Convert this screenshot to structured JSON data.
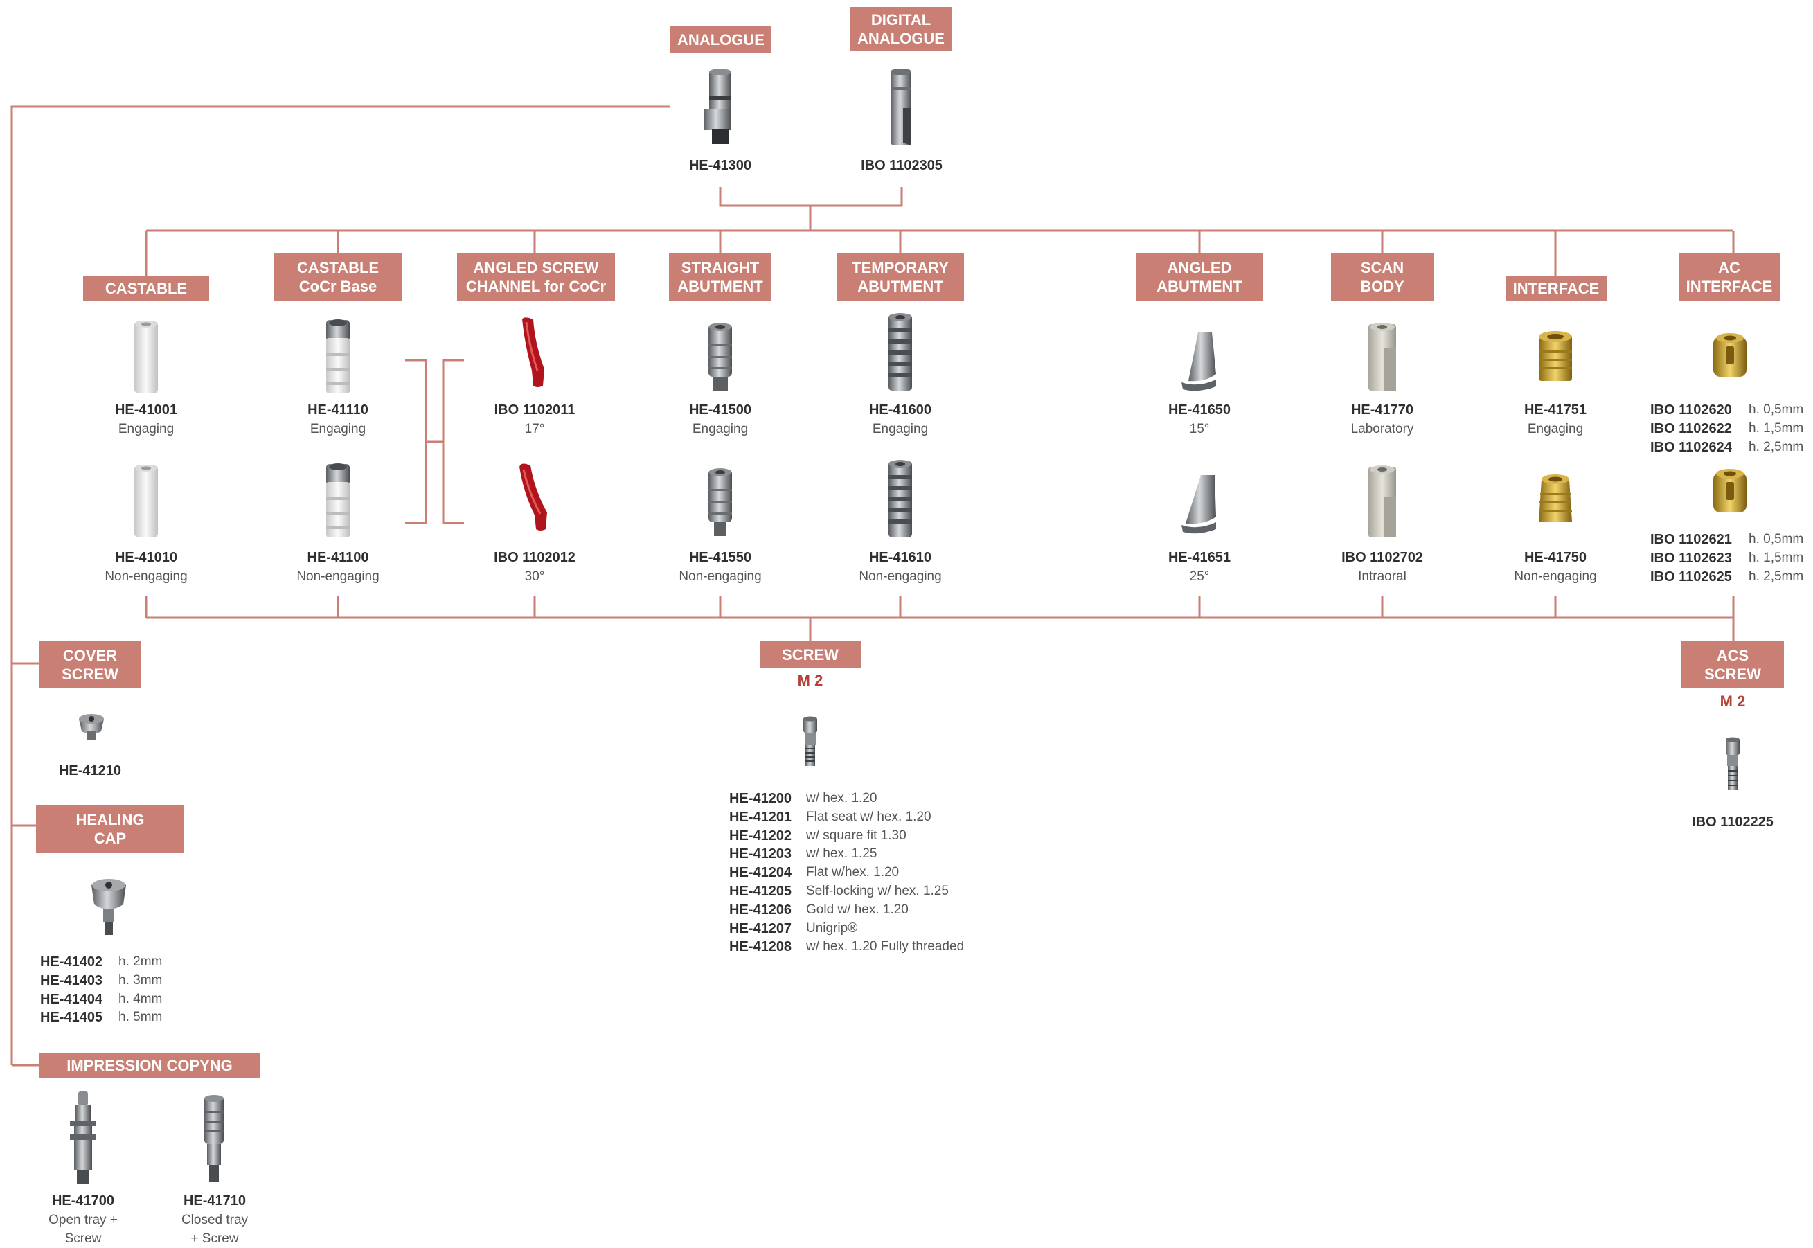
{
  "colors": {
    "accent": "#c97f73",
    "line": "#c97f73",
    "screw_size": "#b5403b"
  },
  "top": {
    "analogue": {
      "header": "ANALOGUE",
      "code": "HE-41300"
    },
    "digital": {
      "header_1": "DIGITAL",
      "header_2": "ANALOGUE",
      "code": "IBO 1102305"
    }
  },
  "categories": {
    "castable": {
      "h1": "CASTABLE",
      "items": [
        {
          "code": "HE-41001",
          "sub": "Engaging"
        },
        {
          "code": "HE-41010",
          "sub": "Non-engaging"
        }
      ]
    },
    "castable_cocr": {
      "h1": "CASTABLE",
      "h2": "CoCr Base",
      "items": [
        {
          "code": "HE-41110",
          "sub": "Engaging"
        },
        {
          "code": "HE-41100",
          "sub": "Non-engaging"
        }
      ]
    },
    "angled_channel": {
      "h1": "ANGLED SCREW",
      "h2": "CHANNEL for CoCr",
      "items": [
        {
          "code": "IBO 1102011",
          "sub": "17°"
        },
        {
          "code": "IBO 1102012",
          "sub": "30°"
        }
      ]
    },
    "straight": {
      "h1": "STRAIGHT",
      "h2": "ABUTMENT",
      "items": [
        {
          "code": "HE-41500",
          "sub": "Engaging"
        },
        {
          "code": "HE-41550",
          "sub": "Non-engaging"
        }
      ]
    },
    "temporary": {
      "h1": "TEMPORARY",
      "h2": "ABUTMENT",
      "items": [
        {
          "code": "HE-41600",
          "sub": "Engaging"
        },
        {
          "code": "HE-41610",
          "sub": "Non-engaging"
        }
      ]
    },
    "angled_abutment": {
      "h1": "ANGLED",
      "h2": "ABUTMENT",
      "items": [
        {
          "code": "HE-41650",
          "sub": "15°"
        },
        {
          "code": "HE-41651",
          "sub": "25°"
        }
      ]
    },
    "scan_body": {
      "h1": "SCAN",
      "h2": "BODY",
      "items": [
        {
          "code": "HE-41770",
          "sub": "Laboratory"
        },
        {
          "code": "IBO 1102702",
          "sub": "Intraoral"
        }
      ]
    },
    "interface": {
      "h1": "INTERFACE",
      "items": [
        {
          "code": "HE-41751",
          "sub": "Engaging"
        },
        {
          "code": "HE-41750",
          "sub": "Non-engaging"
        }
      ]
    },
    "ac_interface": {
      "h1": "AC",
      "h2": "INTERFACE",
      "list1": [
        {
          "code": "IBO 1102620",
          "desc": "h. 0,5mm"
        },
        {
          "code": "IBO 1102622",
          "desc": "h. 1,5mm"
        },
        {
          "code": "IBO 1102624",
          "desc": "h. 2,5mm"
        }
      ],
      "list2": [
        {
          "code": "IBO 1102621",
          "desc": "h. 0,5mm"
        },
        {
          "code": "IBO 1102623",
          "desc": "h. 1,5mm"
        },
        {
          "code": "IBO 1102625",
          "desc": "h. 2,5mm"
        }
      ]
    }
  },
  "screw": {
    "header": "SCREW",
    "size": "M 2",
    "items": [
      {
        "code": "HE-41200",
        "desc": "w/ hex. 1.20"
      },
      {
        "code": "HE-41201",
        "desc": "Flat seat w/ hex. 1.20"
      },
      {
        "code": "HE-41202",
        "desc": "w/ square fit 1.30"
      },
      {
        "code": "HE-41203",
        "desc": "w/ hex. 1.25"
      },
      {
        "code": "HE-41204",
        "desc": "Flat w/hex. 1.20"
      },
      {
        "code": "HE-41205",
        "desc": "Self-locking w/ hex. 1.25"
      },
      {
        "code": "HE-41206",
        "desc": "Gold w/ hex. 1.20"
      },
      {
        "code": "HE-41207",
        "desc": "Unigrip®"
      },
      {
        "code": "HE-41208",
        "desc": "w/ hex. 1.20 Fully threaded"
      }
    ]
  },
  "acs_screw": {
    "h1": "ACS",
    "h2": "SCREW",
    "size": "M 2",
    "code": "IBO 1102225"
  },
  "cover_screw": {
    "h1": "COVER",
    "h2": "SCREW",
    "code": "HE-41210"
  },
  "healing_cap": {
    "h1": "HEALING",
    "h2": "CAP",
    "items": [
      {
        "code": "HE-41402",
        "desc": "h. 2mm"
      },
      {
        "code": "HE-41403",
        "desc": "h. 3mm"
      },
      {
        "code": "HE-41404",
        "desc": "h. 4mm"
      },
      {
        "code": "HE-41405",
        "desc": "h. 5mm"
      }
    ]
  },
  "impression": {
    "header": "IMPRESSION COPYNG",
    "items": [
      {
        "code": "HE-41700",
        "sub1": "Open tray +",
        "sub2": "Screw"
      },
      {
        "code": "HE-41710",
        "sub1": "Closed tray",
        "sub2": "+ Screw"
      }
    ]
  },
  "icons": [
    "analogue-part-icon",
    "digital-analogue-part-icon",
    "castable-part-icon",
    "cocr-base-part-icon",
    "angled-channel-part-icon",
    "straight-abutment-part-icon",
    "temporary-abutment-part-icon",
    "angled-abutment-part-icon",
    "scan-body-part-icon",
    "interface-part-icon",
    "ac-interface-part-icon",
    "screw-part-icon",
    "acs-screw-part-icon",
    "cover-screw-part-icon",
    "healing-cap-part-icon",
    "impression-copying-part-icon"
  ]
}
